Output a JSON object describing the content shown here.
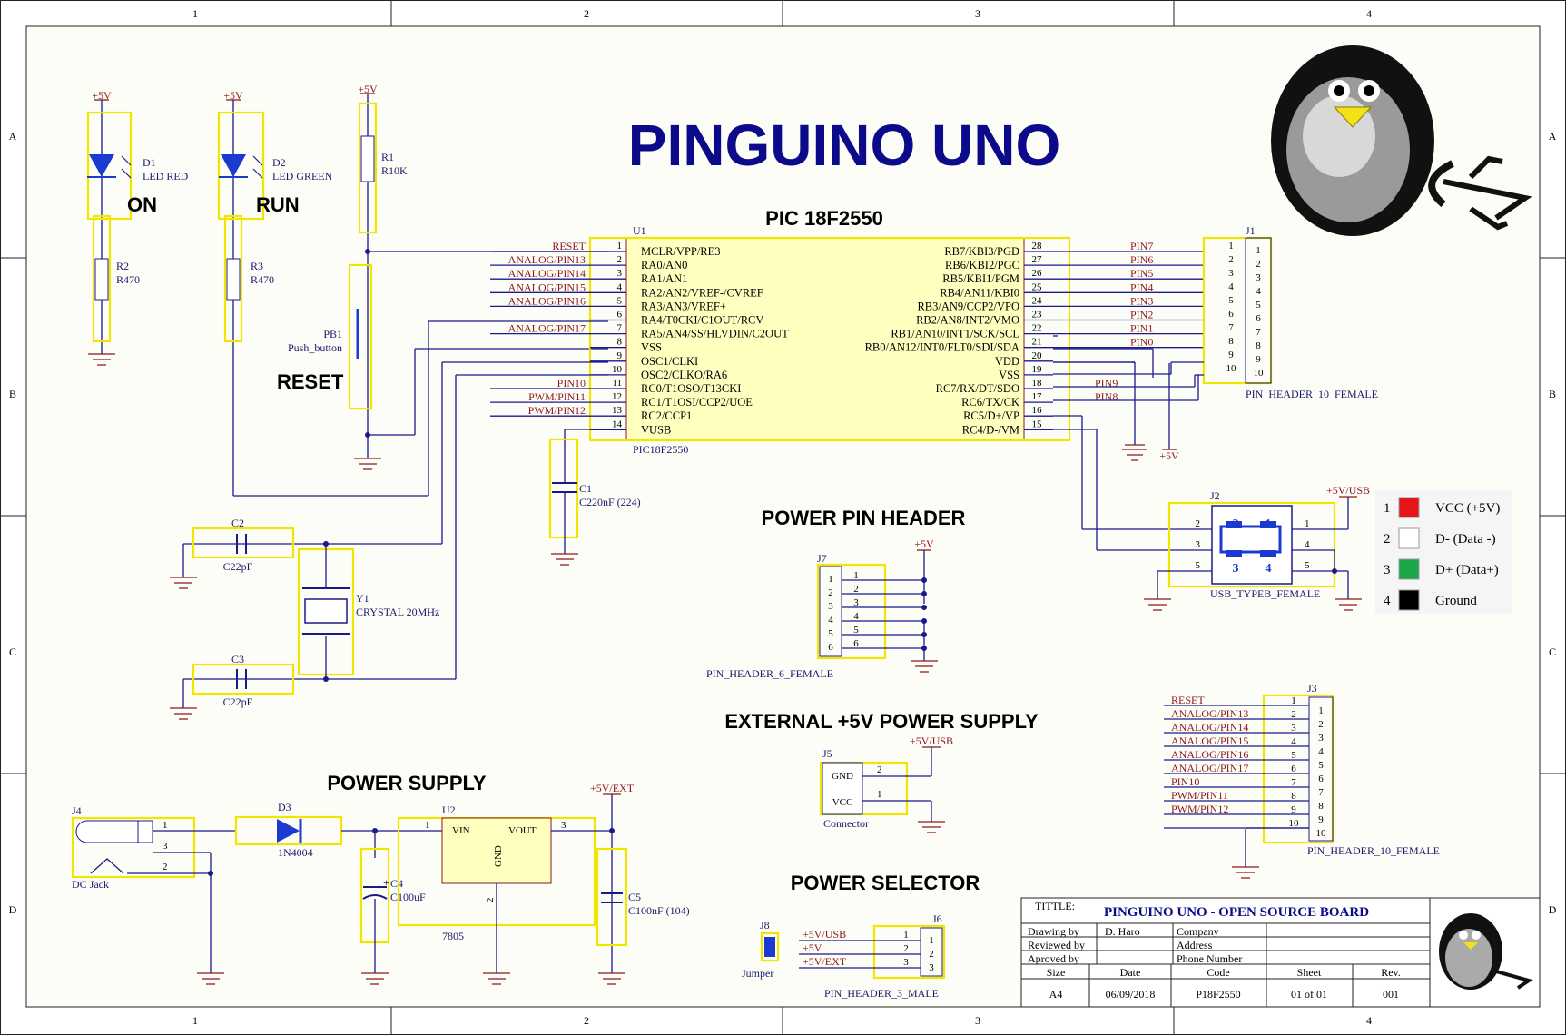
{
  "frame": {
    "columns": [
      "1",
      "2",
      "3",
      "4"
    ],
    "rows": [
      "A",
      "B",
      "C",
      "D"
    ]
  },
  "title": "PINGUINO UNO",
  "section_titles": {
    "mcu": "PIC 18F2550",
    "power_pin_header": "POWER PIN HEADER",
    "external_supply": "EXTERNAL +5V POWER SUPPLY",
    "power_supply": "POWER SUPPLY",
    "power_selector": "POWER SELECTOR"
  },
  "indicators": {
    "on": "ON",
    "run": "RUN",
    "reset": "RESET"
  },
  "power_labels": {
    "p5v": "+5V",
    "p5v_usb": "+5V/USB",
    "p5v_ext": "+5V/EXT"
  },
  "components": {
    "d1": {
      "ref": "D1",
      "value": "LED RED"
    },
    "d2": {
      "ref": "D2",
      "value": "LED GREEN"
    },
    "r1": {
      "ref": "R1",
      "value": "R10K"
    },
    "r2": {
      "ref": "R2",
      "value": "R470"
    },
    "r3": {
      "ref": "R3",
      "value": "R470"
    },
    "pb1": {
      "ref": "PB1",
      "value": "Push_button"
    },
    "u1": {
      "ref": "U1",
      "value": "PIC18F2550"
    },
    "c1": {
      "ref": "C1",
      "value": "C220nF (224)"
    },
    "c2": {
      "ref": "C2",
      "value": "C22pF"
    },
    "c3": {
      "ref": "C3",
      "value": "C22pF"
    },
    "y1": {
      "ref": "Y1",
      "value": "CRYSTAL 20MHz"
    },
    "j1": {
      "ref": "J1",
      "value": "PIN_HEADER_10_FEMALE"
    },
    "j2": {
      "ref": "J2",
      "value": "USB_TYPEB_FEMALE"
    },
    "j3": {
      "ref": "J3",
      "value": "PIN_HEADER_10_FEMALE"
    },
    "j4": {
      "ref": "J4",
      "value": "DC Jack"
    },
    "j5": {
      "ref": "J5",
      "value": "Connector"
    },
    "j6": {
      "ref": "J6",
      "value": "PIN_HEADER_3_MALE"
    },
    "j7": {
      "ref": "J7",
      "value": "PIN_HEADER_6_FEMALE"
    },
    "j8": {
      "ref": "J8",
      "value": "Jumper"
    },
    "d3": {
      "ref": "D3",
      "value": "1N4004"
    },
    "u2": {
      "ref": "U2",
      "value": "7805",
      "vin": "VIN",
      "vout": "VOUT",
      "gnd": "GND"
    },
    "c4": {
      "ref": "C4",
      "value": "C100uF"
    },
    "c5": {
      "ref": "C5",
      "value": "C100nF (104)"
    }
  },
  "u1_left_pins": [
    {
      "num": "1",
      "name": "MCLR/VPP/RE3",
      "net": "RESET"
    },
    {
      "num": "2",
      "name": "RA0/AN0",
      "net": "ANALOG/PIN13"
    },
    {
      "num": "3",
      "name": "RA1/AN1",
      "net": "ANALOG/PIN14"
    },
    {
      "num": "4",
      "name": "RA2/AN2/VREF-/CVREF",
      "net": "ANALOG/PIN15"
    },
    {
      "num": "5",
      "name": "RA3/AN3/VREF+",
      "net": "ANALOG/PIN16"
    },
    {
      "num": "6",
      "name": "RA4/T0CKI/C1OUT/RCV",
      "net": ""
    },
    {
      "num": "7",
      "name": "RA5/AN4/SS/HLVDIN/C2OUT",
      "net": "ANALOG/PIN17"
    },
    {
      "num": "8",
      "name": "VSS",
      "net": ""
    },
    {
      "num": "9",
      "name": "OSC1/CLKI",
      "net": ""
    },
    {
      "num": "10",
      "name": "OSC2/CLKO/RA6",
      "net": ""
    },
    {
      "num": "11",
      "name": "RC0/T1OSO/T13CKI",
      "net": "PIN10"
    },
    {
      "num": "12",
      "name": "RC1/T1OSI/CCP2/UOE",
      "net": "PWM/PIN11"
    },
    {
      "num": "13",
      "name": "RC2/CCP1",
      "net": "PWM/PIN12"
    },
    {
      "num": "14",
      "name": "VUSB",
      "net": ""
    }
  ],
  "u1_right_pins": [
    {
      "num": "28",
      "name": "RB7/KBI3/PGD",
      "net": "PIN7"
    },
    {
      "num": "27",
      "name": "RB6/KBI2/PGC",
      "net": "PIN6"
    },
    {
      "num": "26",
      "name": "RB5/KBI1/PGM",
      "net": "PIN5"
    },
    {
      "num": "25",
      "name": "RB4/AN11/KBI0",
      "net": "PIN4"
    },
    {
      "num": "24",
      "name": "RB3/AN9/CCP2/VPO",
      "net": "PIN3"
    },
    {
      "num": "23",
      "name": "RB2/AN8/INT2/VMO",
      "net": "PIN2"
    },
    {
      "num": "22",
      "name": "RB1/AN10/INT1/SCK/SCL",
      "net": "PIN1"
    },
    {
      "num": "21",
      "name": "RB0/AN12/INT0/FLT0/SDI/SDA",
      "net": "PIN0"
    },
    {
      "num": "20",
      "name": "VDD",
      "net": ""
    },
    {
      "num": "19",
      "name": "VSS",
      "net": ""
    },
    {
      "num": "18",
      "name": "RC7/RX/DT/SDO",
      "net": "PIN9"
    },
    {
      "num": "17",
      "name": "RC6/TX/CK",
      "net": "PIN8"
    },
    {
      "num": "16",
      "name": "RC5/D+/VP",
      "net": ""
    },
    {
      "num": "15",
      "name": "RC4/D-/VM",
      "net": ""
    }
  ],
  "j1_pins": [
    "1",
    "2",
    "3",
    "4",
    "5",
    "6",
    "7",
    "8",
    "9",
    "10"
  ],
  "j3_nets": [
    "RESET",
    "ANALOG/PIN13",
    "ANALOG/PIN14",
    "ANALOG/PIN15",
    "ANALOG/PIN16",
    "ANALOG/PIN17",
    "PIN10",
    "PWM/PIN11",
    "PWM/PIN12",
    ""
  ],
  "j7_pins": [
    "1",
    "2",
    "3",
    "4",
    "5",
    "6"
  ],
  "j6_nets": [
    "+5V/USB",
    "+5V",
    "+5V/EXT"
  ],
  "j5_pins": {
    "gnd": "GND",
    "vcc": "VCC",
    "p1": "2",
    "p2": "1"
  },
  "j4_pins": [
    "1",
    "3",
    "2"
  ],
  "usb_pins": {
    "p1": "1",
    "p2": "2",
    "p3": "3",
    "p4": "4",
    "p5": "5"
  },
  "usb_legend": [
    {
      "num": "1",
      "label": "VCC (+5V)",
      "color": "#e8141c"
    },
    {
      "num": "2",
      "label": "D- (Data -)",
      "color": "#ffffff"
    },
    {
      "num": "3",
      "label": "D+ (Data+)",
      "color": "#1aa84a"
    },
    {
      "num": "4",
      "label": "Ground",
      "color": "#000000"
    }
  ],
  "title_block": {
    "title_label": "TITTLE:",
    "title_value": "PINGUINO UNO - OPEN SOURCE BOARD",
    "drawing_by_label": "Drawing by",
    "drawing_by": "D. Haro",
    "reviewed_by_label": "Reviewed by",
    "aproved_by_label": "Aproved by",
    "company_label": "Company",
    "address_label": "Address",
    "phone_label": "Phone Number",
    "size_label": "Size",
    "date_label": "Date",
    "code_label": "Code",
    "sheet_label": "Sheet",
    "rev_label": "Rev.",
    "size": "A4",
    "date": "06/09/2018",
    "code": "P18F2550",
    "sheet": "01 of 01",
    "rev": "001"
  },
  "colors": {
    "wire": "#1a1a8c",
    "net_label": "#8b1a1a",
    "highlight": "#f0e600",
    "title": "#0a0a8a",
    "chip_fill": "#ffffc0"
  }
}
